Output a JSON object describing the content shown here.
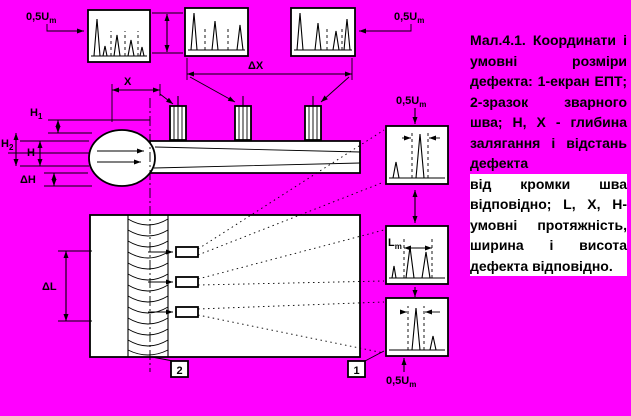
{
  "colors": {
    "background": "#FF00FF",
    "ink": "#000000",
    "panel": "#FFFFFF"
  },
  "figure": {
    "caption_part1": "Мал.4.1. Координати і умовні розміри дефекта: 1-екран ЕПТ; 2-зразок зварного шва; Н, Х - глибина залягання і відстань дефекта",
    "caption_part2": "від кромки шва відповідно; L, X, Н-умовні протяжність, ширина і висота дефекта відповідно."
  },
  "labels": {
    "amp": {
      "base": "0,5U",
      "sub": "m"
    },
    "x": "X",
    "dx": "ΔX",
    "h1": {
      "base": "H",
      "sub": "1"
    },
    "h2": {
      "base": "H",
      "sub": "2"
    },
    "h": "H",
    "dh": "ΔH",
    "dl": "ΔL",
    "lm": {
      "base": "L",
      "sub": "m"
    },
    "ref1": "1",
    "ref2": "2"
  }
}
